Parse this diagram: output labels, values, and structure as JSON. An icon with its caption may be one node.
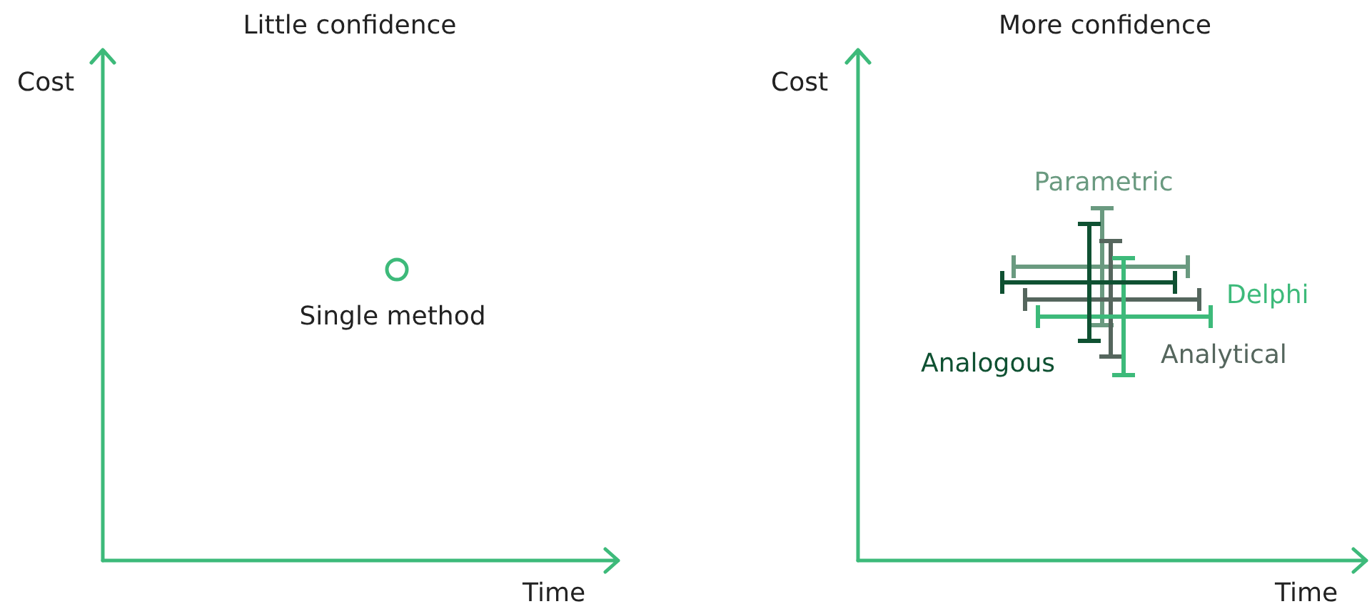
{
  "diagram": {
    "labels": [
      "Little confidence",
      "Cost",
      "Time",
      "Single method",
      "More confidence",
      "Cost",
      "Time",
      "Parametric",
      "Delphi",
      "Analytical",
      "Analogous"
    ]
  }
}
